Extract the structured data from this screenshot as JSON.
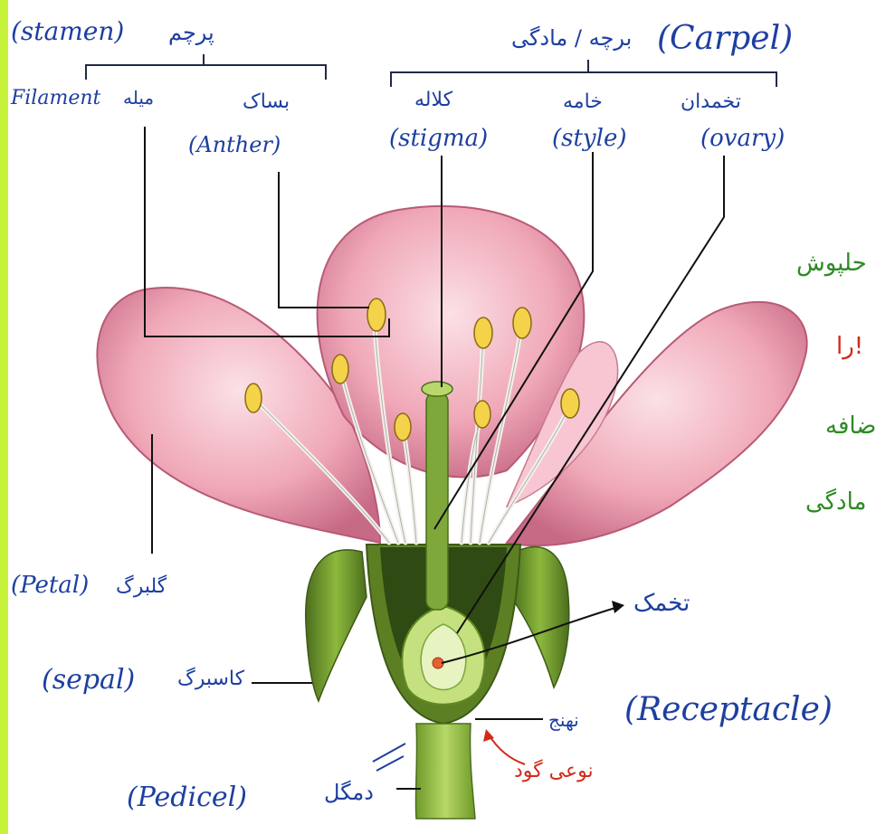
{
  "labels": {
    "stamen": {
      "en": "(stamen)",
      "fa": "پرچم"
    },
    "carpel": {
      "fa": "برچه / مادگی",
      "en": "(Carpel)"
    },
    "filament": {
      "en": "Filament",
      "fa": "میله"
    },
    "anther": {
      "fa": "بساک",
      "en": "(Anther)"
    },
    "stigma": {
      "fa": "کلاله",
      "en": "(stigma)"
    },
    "style": {
      "fa": "خامه",
      "en": "(style)"
    },
    "ovary": {
      "fa": "تخمدان",
      "en": "(ovary)"
    },
    "petal": {
      "en": "(Petal)",
      "fa": "گلبرگ"
    },
    "ovule": {
      "fa": "تخمک"
    },
    "sepal": {
      "en": "(sepal)",
      "fa": "کاسبرگ"
    },
    "receptacle": {
      "fa": "نهنج",
      "en": "(Receptacle)"
    },
    "receptacle_note": {
      "fa": "نوعی گود"
    },
    "pedicel": {
      "en": "(Pedicel)",
      "fa": "دمگل"
    }
  },
  "margin_notes": [
    "حلپوش",
    "را!",
    "اضافه",
    "مادگی"
  ],
  "colors": {
    "ink_blue": "#1d3fa0",
    "note_green": "#2e8b24",
    "note_red": "#d22a18",
    "petal_pink": "#f0a8b8",
    "sepal_green": "#6f9a2a",
    "anther_yellow": "#f4d24a",
    "side_bar": "#c6f23a"
  }
}
